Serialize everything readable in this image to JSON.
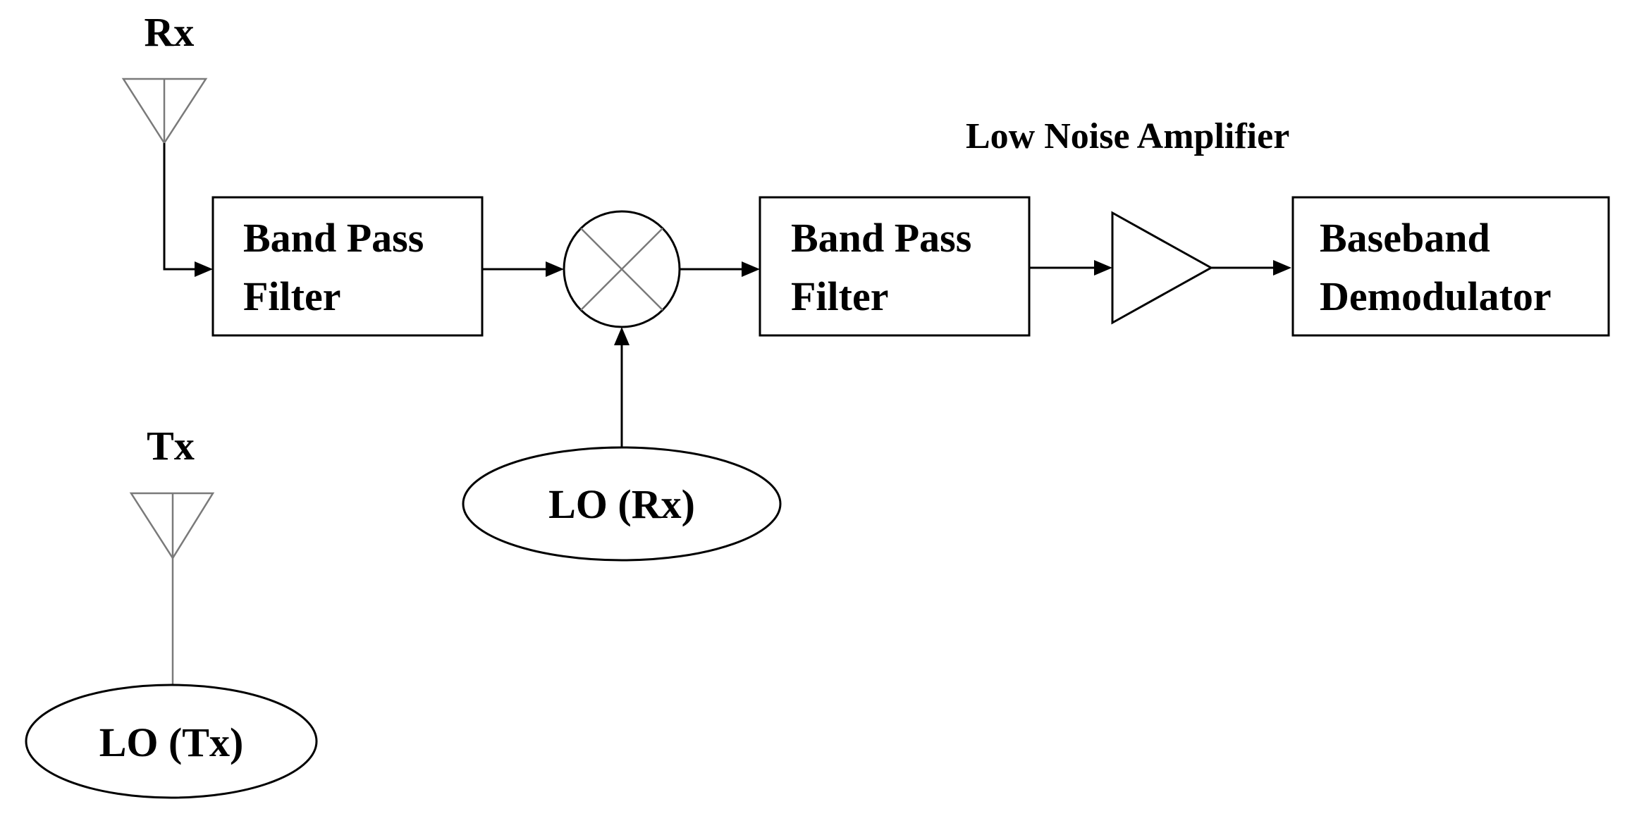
{
  "labels": {
    "rx_antenna": "Rx",
    "tx_antenna": "Tx",
    "lna_caption": "Low Noise Amplifier"
  },
  "blocks": {
    "bpf1": {
      "line1": "Band Pass",
      "line2": "Filter"
    },
    "bpf2": {
      "line1": "Band Pass",
      "line2": "Filter"
    },
    "demod": {
      "line1": "Baseband",
      "line2": "Demodulator"
    },
    "lo_rx": "LO (Rx)",
    "lo_tx": "LO (Tx)"
  }
}
